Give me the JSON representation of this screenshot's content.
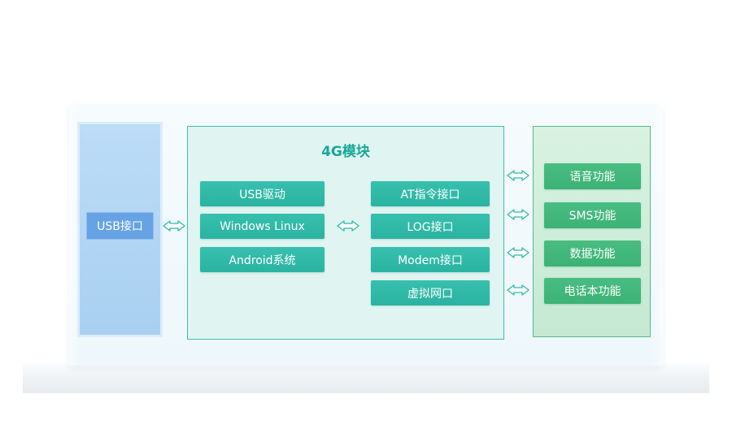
{
  "diagram": {
    "left_panel": {
      "label": "USB接口"
    },
    "center_panel": {
      "title": "4G模块",
      "left_column": [
        "USB驱动",
        "Windows Linux",
        "Android系统"
      ],
      "right_column": [
        "AT指令接口",
        "LOG接口",
        "Modem接口",
        "虚拟网口"
      ]
    },
    "right_panel": {
      "items": [
        "语音功能",
        "SMS功能",
        "数据功能",
        "电话本功能"
      ]
    },
    "colors": {
      "teal": "#2bb3a2",
      "blue": "#66a2e4",
      "green": "#3cb276",
      "panel_cyan": "#e0f5f2",
      "panel_blue": "#aed3f2",
      "panel_green": "#cdecd9"
    }
  }
}
